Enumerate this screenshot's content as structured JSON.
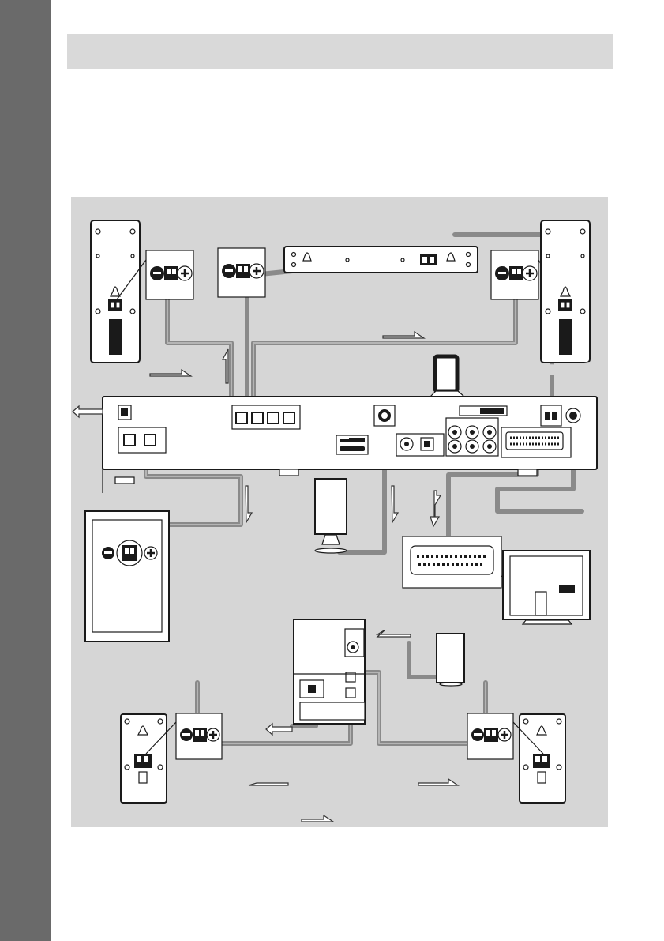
{
  "page": {
    "accent_tab_color": "#6a6a6a",
    "title_bar_color": "#d9d9d9",
    "figure_bg_color": "#d6d6d6",
    "cable_color": "#8a8a8a"
  },
  "diagram": {
    "nodes": [
      {
        "id": "front-left-speaker",
        "icon": "tall-speaker-icon"
      },
      {
        "id": "front-right-speaker",
        "icon": "tall-speaker-icon"
      },
      {
        "id": "center-speaker",
        "icon": "center-speaker-icon"
      },
      {
        "id": "main-unit",
        "icon": "receiver-rear-panel-icon"
      },
      {
        "id": "subwoofer",
        "icon": "subwoofer-icon"
      },
      {
        "id": "am-loop-antenna",
        "icon": "loop-antenna-icon"
      },
      {
        "id": "wireless-transmitter",
        "icon": "transmitter-icon"
      },
      {
        "id": "tv",
        "icon": "tv-rear-icon"
      },
      {
        "id": "surround-amplifier",
        "icon": "amplifier-icon"
      },
      {
        "id": "wireless-receiver",
        "icon": "receiver-card-icon"
      },
      {
        "id": "surround-left-speaker",
        "icon": "small-speaker-icon"
      },
      {
        "id": "surround-right-speaker",
        "icon": "small-speaker-icon"
      }
    ]
  }
}
